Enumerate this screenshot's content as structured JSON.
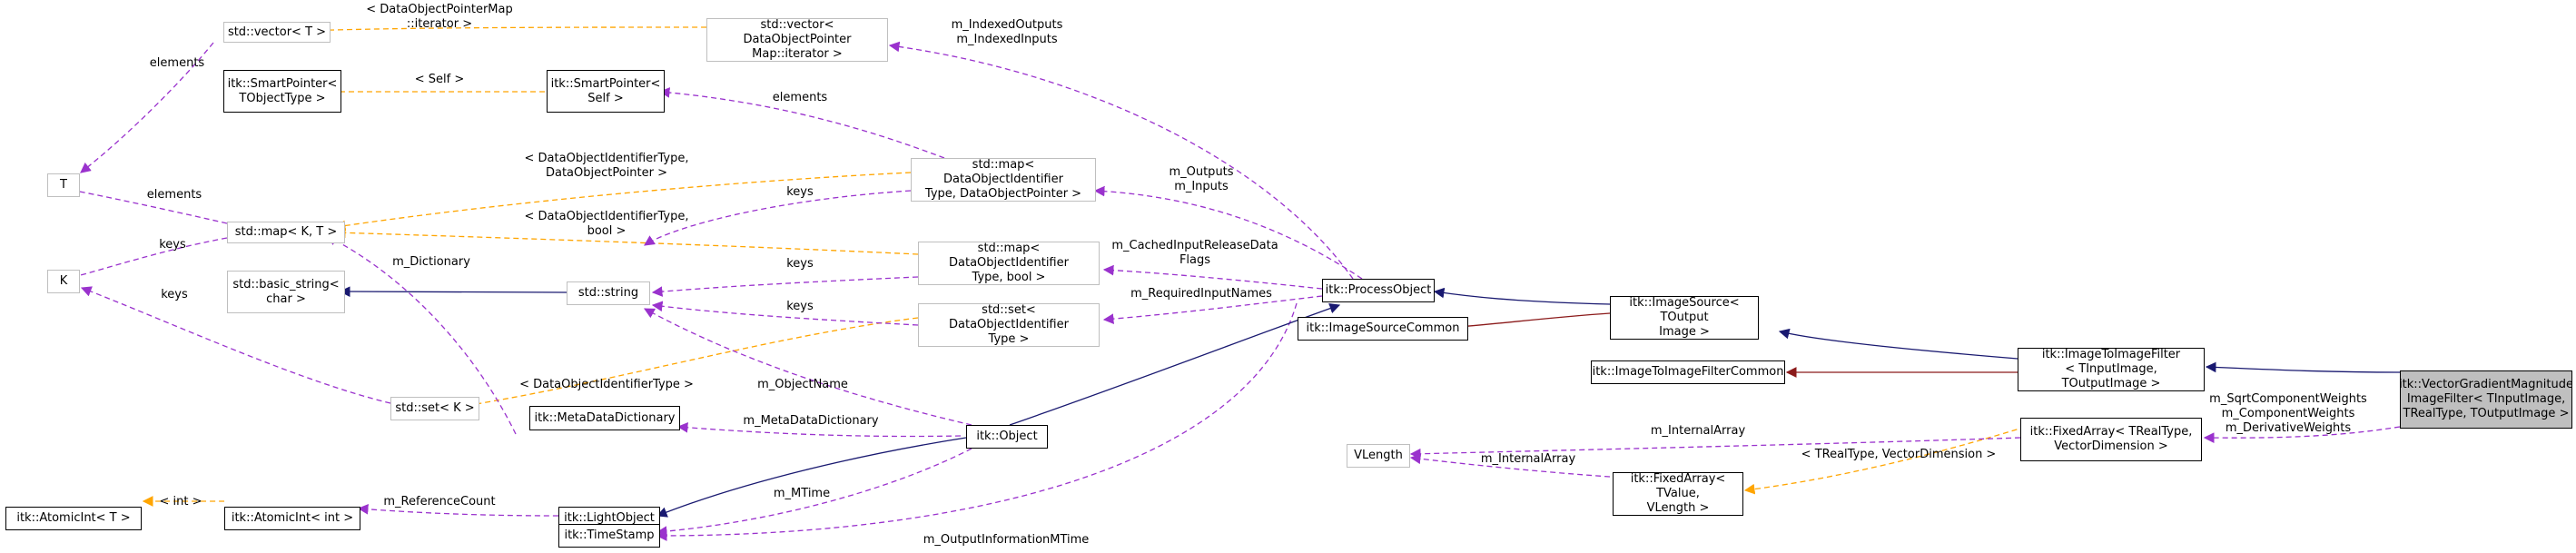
{
  "colors": {
    "realization": "#9a32cd",
    "template": "#ffa500",
    "inheritance": "#191970",
    "private_inheritance": "#8b1a1a",
    "grey_border": "#bfbfbf",
    "focus_fill": "#bfbfbf"
  },
  "nodes": {
    "std_vector_T": "std::vector< T >",
    "std_vector_dop_iter": "std::vector< DataObjectPointer\nMap::iterator >",
    "T": "T",
    "K": "K",
    "smartptr_tobject": "itk::SmartPointer<\nTObjectType >",
    "smartptr_self": "itk::SmartPointer<\nSelf >",
    "std_map_kt": "std::map< K, T >",
    "std_basic_string": "std::basic_string<\nchar >",
    "std_string": "std::string",
    "std_map_dop": "std::map< DataObjectIdentifier\nType, DataObjectPointer >",
    "std_map_bool": "std::map< DataObjectIdentifier\nType, bool >",
    "std_set_doi": "std::set< DataObjectIdentifier\nType >",
    "std_set_k": "std::set< K >",
    "metadatadict": "itk::MetaDataDictionary",
    "atomicint_T": "itk::AtomicInt< T >",
    "atomicint_int": "itk::AtomicInt< int >",
    "lightobject": "itk::LightObject",
    "timestamp": "itk::TimeStamp",
    "object": "itk::Object",
    "processobject": "itk::ProcessObject",
    "imagesourcecommon": "itk::ImageSourceCommon",
    "imagesource": "itk::ImageSource< TOutput\nImage >",
    "i2ifiltercommon": "itk::ImageToImageFilterCommon",
    "i2ifilter": "itk::ImageToImageFilter\n< TInputImage, TOutputImage >",
    "vlength": "VLength",
    "fixedarray_treal": "itk::FixedArray< TRealType,\nVectorDimension >",
    "fixedarray_tvalue": "itk::FixedArray< TValue,\nVLength >",
    "vgm_filter": "itk::VectorGradientMagnitude\nImageFilter< TInputImage,\nTRealType, TOutputImage >"
  },
  "edge_labels": {
    "dop_iterator": "< DataObjectPointerMap\n::iterator >",
    "elements_vector": "elements",
    "self": "< Self >",
    "elements_smartptr": "elements",
    "indexed": "m_IndexedOutputs\nm_IndexedInputs",
    "doi_dop": "< DataObjectIdentifierType,\nDataObjectPointer >",
    "elements_map": "elements",
    "keys_map_dop": "keys",
    "outputs_inputs": "m_Outputs\nm_Inputs",
    "keys_K": "keys",
    "doi_bool": "< DataObjectIdentifierType,\nbool >",
    "keys_map_bool": "keys",
    "cached": "m_CachedInputReleaseData\nFlags",
    "dictionary": "m_Dictionary",
    "keys_set_k": "keys",
    "keys_set_doi": "keys",
    "required": "m_RequiredInputNames",
    "doi_type": "< DataObjectIdentifierType >",
    "objectname": "m_ObjectName",
    "metadatadictionary": "m_MetaDataDictionary",
    "int": "< int >",
    "referencecount": "m_ReferenceCount",
    "mtime": "m_MTime",
    "outputinfo": "m_OutputInformationMTime",
    "internal_array_1": "m_InternalArray",
    "internal_array_2": "m_InternalArray",
    "treal_vecdim": "< TRealType, VectorDimension >",
    "weights": "m_SqrtComponentWeights\nm_ComponentWeights\nm_DerivativeWeights"
  }
}
